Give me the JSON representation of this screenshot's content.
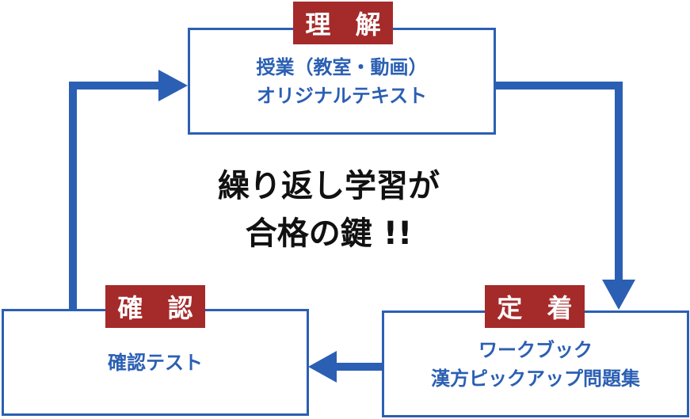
{
  "colors": {
    "accent": "#2b5fb3",
    "badge": "#a52a2a",
    "text": "#111111"
  },
  "understand": {
    "label": "理 解",
    "line1": "授業（教室・動画）",
    "line2": "オリジナルテキスト"
  },
  "fix": {
    "label": "定 着",
    "line1": "ワークブック",
    "line2": "漢方ピックアップ問題集"
  },
  "confirm": {
    "label": "確 認",
    "line1": "確認テスト"
  },
  "center": {
    "line1": "繰り返し学習が",
    "line2": "合格の鍵 !!"
  }
}
